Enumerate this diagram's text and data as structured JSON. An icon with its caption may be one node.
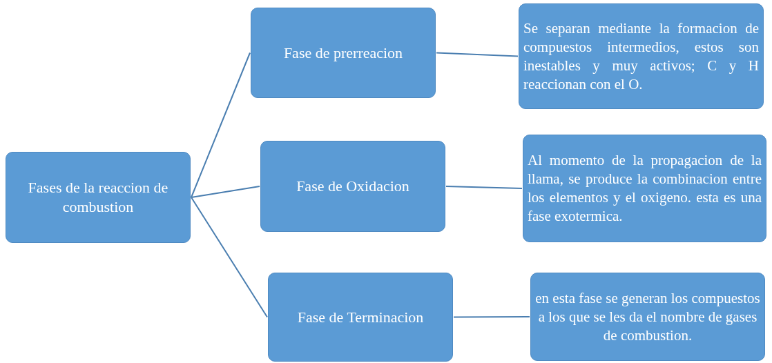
{
  "diagram": {
    "nodes": [
      {
        "text": [
          "Fases de la reaccion de combustion"
        ]
      },
      {
        "text": [
          "Fase de prerreacion"
        ]
      },
      {
        "text": [
          "Fase de Oxidacion"
        ]
      },
      {
        "text": [
          "Fase de Terminacion"
        ]
      },
      {
        "text": [
          "Se separan mediante la formacion de compuestos intermedios, estos son inestables y muy activos; C y H reaccionan con el O."
        ]
      },
      {
        "text": [
          "Al momento de la propagacion de la llama, se produce la combinacion entre los elementos y el oxigeno. esta es una fase exotermica."
        ]
      },
      {
        "text": [
          "en esta fase se generan los compuestos a los que se les da el nombre de gases de combustion."
        ]
      }
    ],
    "edges": [
      {
        "from": 0,
        "to": 1,
        "arrow": "none"
      },
      {
        "from": 0,
        "to": 2,
        "arrow": "none"
      },
      {
        "from": 0,
        "to": 3,
        "arrow": "none"
      },
      {
        "from": 1,
        "to": 4,
        "arrow": "none"
      },
      {
        "from": 2,
        "to": 5,
        "arrow": "none"
      },
      {
        "from": 3,
        "to": 6,
        "arrow": "none"
      }
    ]
  }
}
